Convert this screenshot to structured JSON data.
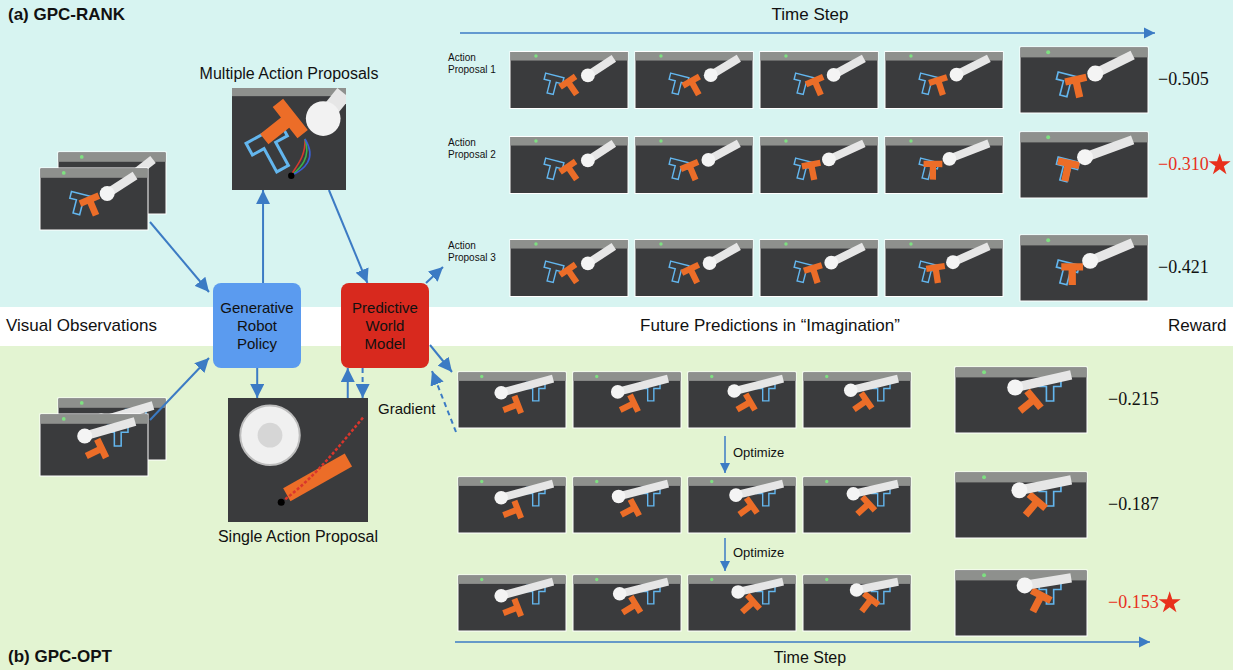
{
  "diagram": {
    "nodes": [
      {
        "text": [
          "(a) GPC-RANK"
        ]
      },
      {
        "text": [
          "Multiple Action Proposals"
        ],
        "in": 0
      },
      {
        "text": [
          "Generative Robot Policy"
        ]
      },
      {
        "text": [
          "Predictive World Model"
        ]
      },
      {
        "text": [
          "(b) GPC-OPT"
        ]
      },
      {
        "text": [
          "Single Action Proposal"
        ],
        "in": 4
      }
    ],
    "edges": [
      {
        "from": 2,
        "to": 1,
        "arrow": "to"
      },
      {
        "from": 1,
        "to": 3,
        "arrow": "to"
      },
      {
        "from": 2,
        "to": 5,
        "arrow": "to"
      },
      {
        "from": 5,
        "to": 3,
        "arrow": "to"
      },
      {
        "from": 3,
        "to": 5,
        "arrow": "to"
      }
    ],
    "labels": [
      "Time Step",
      "Action Proposal 1",
      "Action Proposal 2",
      "Action Proposal 3",
      "−0.505",
      "−0.310",
      "−0.421",
      "Visual Observations",
      "Future Predictions in “Imagination”",
      "Reward",
      "Gradient",
      "−0.215",
      "Optimize",
      "−0.187",
      "Optimize",
      "−0.153",
      "Time Step"
    ]
  }
}
